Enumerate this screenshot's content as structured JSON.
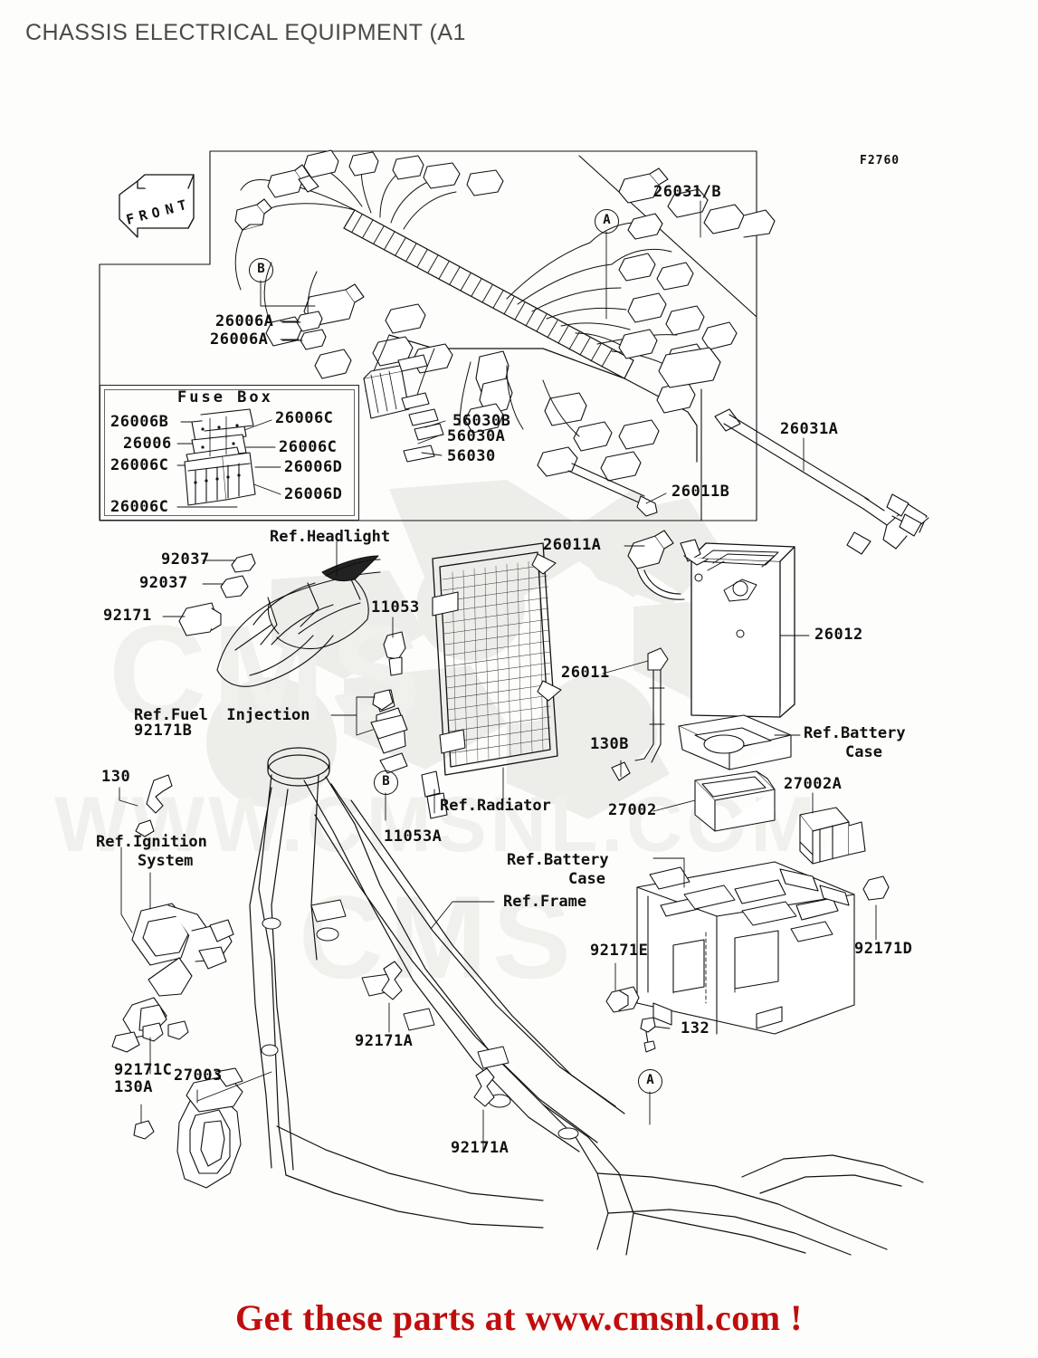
{
  "page": {
    "title": "CHASSIS ELECTRICAL EQUIPMENT (A1",
    "diagram_code": "F2760",
    "footer": "Get these parts at www.cmsnl.com !",
    "watermark": "CMS  WWW.CMSNL.COM",
    "orientation_marker": "FRONT"
  },
  "colors": {
    "title": "#4a4a4a",
    "footer": "#c00d0d",
    "line": "#111111",
    "watermark": "#e9e9e6",
    "background": "#fdfdfb"
  },
  "callouts": [
    {
      "id": "a-top",
      "label": "A"
    },
    {
      "id": "b-top",
      "label": "B"
    },
    {
      "id": "b-mid",
      "label": "B"
    },
    {
      "id": "a-bottom",
      "label": "A"
    }
  ],
  "fusebox": {
    "title": "Fuse Box",
    "left_labels": [
      "26006B",
      "26006",
      "26006C",
      "26006C"
    ],
    "right_labels": [
      "26006C",
      "26006C",
      "26006D",
      "26006D"
    ]
  },
  "part_labels": [
    {
      "id": "l-26031b",
      "text": "26031/B"
    },
    {
      "id": "l-26031a",
      "text": "26031A"
    },
    {
      "id": "l-26006a1",
      "text": "26006A"
    },
    {
      "id": "l-26006a2",
      "text": "26006A"
    },
    {
      "id": "l-56030b",
      "text": "56030B"
    },
    {
      "id": "l-56030a",
      "text": "56030A"
    },
    {
      "id": "l-56030",
      "text": "56030"
    },
    {
      "id": "l-26011b",
      "text": "26011B"
    },
    {
      "id": "l-26011a",
      "text": "26011A"
    },
    {
      "id": "l-26011",
      "text": "26011"
    },
    {
      "id": "l-26012",
      "text": "26012"
    },
    {
      "id": "l-92037a",
      "text": "92037"
    },
    {
      "id": "l-92037b",
      "text": "92037"
    },
    {
      "id": "l-92171",
      "text": "92171"
    },
    {
      "id": "l-11053",
      "text": "11053"
    },
    {
      "id": "l-11053a",
      "text": "11053A"
    },
    {
      "id": "l-92171b",
      "text": "92171B"
    },
    {
      "id": "l-130",
      "text": "130"
    },
    {
      "id": "l-130a",
      "text": "130A"
    },
    {
      "id": "l-130b",
      "text": "130B"
    },
    {
      "id": "l-27002",
      "text": "27002"
    },
    {
      "id": "l-27002a",
      "text": "27002A"
    },
    {
      "id": "l-27003",
      "text": "27003"
    },
    {
      "id": "l-92171a1",
      "text": "92171A"
    },
    {
      "id": "l-92171a2",
      "text": "92171A"
    },
    {
      "id": "l-92171c",
      "text": "92171C"
    },
    {
      "id": "l-92171d",
      "text": "92171D"
    },
    {
      "id": "l-92171e",
      "text": "92171E"
    },
    {
      "id": "l-132",
      "text": "132"
    }
  ],
  "reference_labels": [
    {
      "id": "r-headlight",
      "text": "Ref.Headlight"
    },
    {
      "id": "r-fuel",
      "text": "Ref.Fuel  Injection"
    },
    {
      "id": "r-ignition1",
      "text": "Ref.Ignition"
    },
    {
      "id": "r-ignition2",
      "text": "System"
    },
    {
      "id": "r-radiator",
      "text": "Ref.Radiator"
    },
    {
      "id": "r-battery1a",
      "text": "Ref.Battery"
    },
    {
      "id": "r-battery1b",
      "text": "Case"
    },
    {
      "id": "r-battery2a",
      "text": "Ref.Battery"
    },
    {
      "id": "r-battery2b",
      "text": "Case"
    },
    {
      "id": "r-frame",
      "text": "Ref.Frame"
    }
  ]
}
